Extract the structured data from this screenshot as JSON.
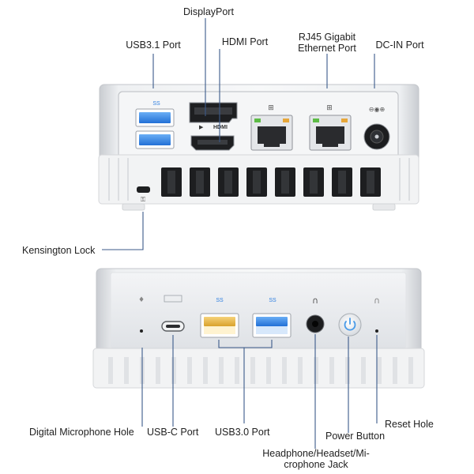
{
  "top_labels": {
    "displayport": "DisplayPort",
    "usb31": "USB3.1 Port",
    "hdmi_port": "HDMI Port",
    "rj45_line1": "RJ45 Gigabit",
    "rj45_line2": "Ethernet Port",
    "dcin": "DC-IN Port",
    "kensington": "Kensington Lock"
  },
  "bottom_labels": {
    "mic": "Digital Microphone Hole",
    "usbc": "USB-C Port",
    "usb30": "USB3.0 Port",
    "jack_line1": "Headphone/Headset/Mi-",
    "jack_line2": "crophone Jack",
    "power": "Power Button",
    "reset": "Reset Hole"
  },
  "port_markings": {
    "hdmi_logo": "HDMI",
    "usbc_logo": "USB-C",
    "usb_ss": "SS"
  },
  "colors": {
    "callout_line": "#3b5a8a",
    "usb3_blue": "#2f7fe0",
    "usb_yellow": "#e7b842",
    "power_led": "#4a9be8",
    "eth_led_green": "#5dbb46",
    "eth_led_amber": "#e7a73a"
  }
}
